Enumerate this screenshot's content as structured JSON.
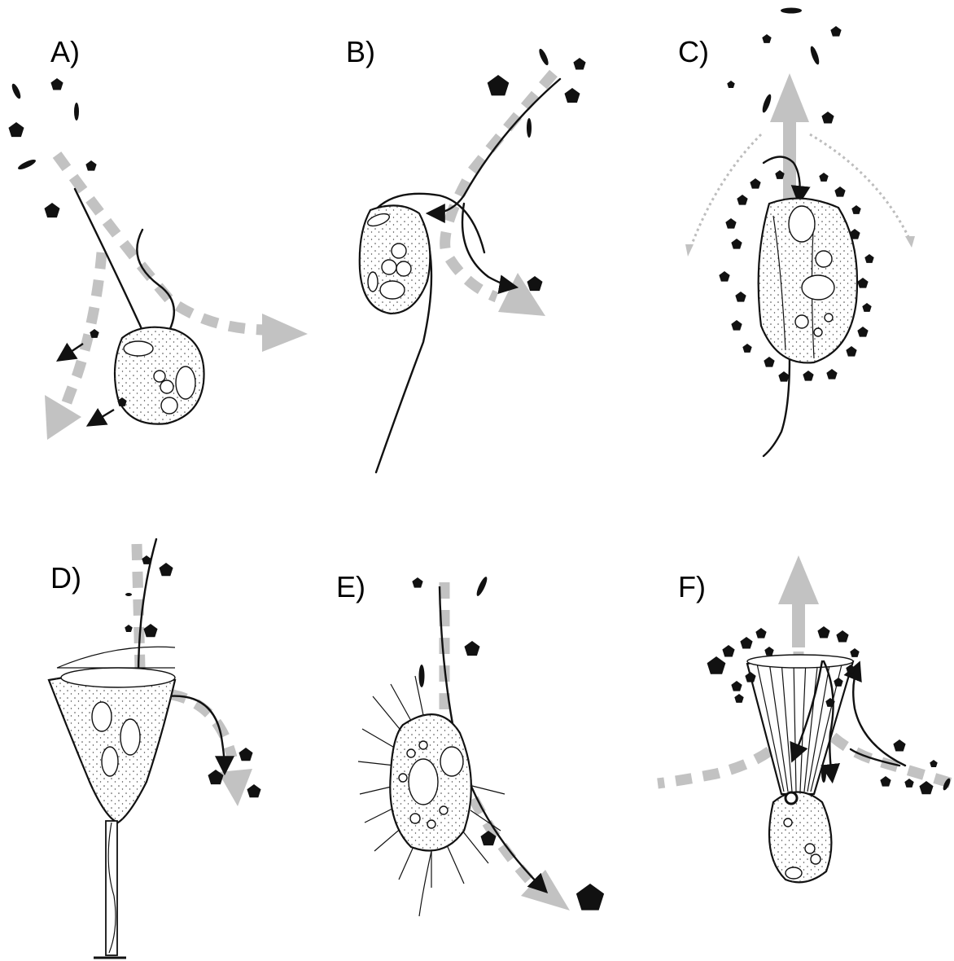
{
  "panels": [
    {
      "label": "A)"
    },
    {
      "label": "B)"
    },
    {
      "label": "C)"
    },
    {
      "label": "D)"
    },
    {
      "label": "E)"
    },
    {
      "label": "F)"
    }
  ],
  "colors": {
    "flow_arrow": "#c2c2c2",
    "particle": "#111111",
    "outline": "#111111",
    "background": "#ffffff"
  }
}
